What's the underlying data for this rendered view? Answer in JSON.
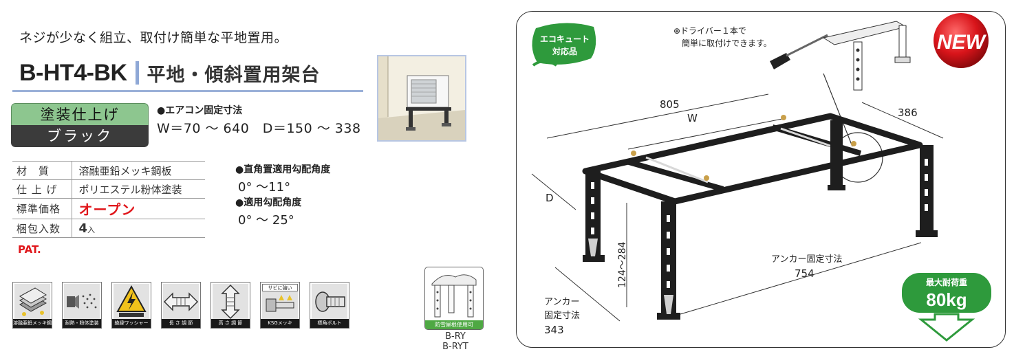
{
  "tagline": "ネジが少なく組立、取付け簡単な平地置用。",
  "model": "B-HT4-BK",
  "product_name": "平地・傾斜置用架台",
  "finish": {
    "label": "塗装仕上げ",
    "color": "ブラック",
    "label_bg": "#8dc68f",
    "color_bg": "#3b3b3b"
  },
  "aircon_fix": {
    "heading": "●エアコン固定寸法",
    "values": "W＝70 ～ 640　D＝150 ～ 338"
  },
  "specs": [
    {
      "key": "材　質",
      "value": "溶融亜鉛メッキ鋼板"
    },
    {
      "key": "仕 上 げ",
      "value": "ポリエステル粉体塗装"
    },
    {
      "key": "標準価格",
      "value": "オープン"
    },
    {
      "key": "梱包入数",
      "value": "4",
      "unit": "入"
    }
  ],
  "pat": "PAT.",
  "angles": [
    {
      "heading": "●直角置適用勾配角度",
      "value": "0° ～11°"
    },
    {
      "heading": "●適用勾配角度",
      "value": "0° ～ 25°"
    }
  ],
  "features": [
    {
      "icon": "zinc-plating-icon",
      "caption": "溶融亜鉛メッキ鋼板"
    },
    {
      "icon": "powder-coating-icon",
      "caption": "耐熱・粉体塗装"
    },
    {
      "icon": "insulation-washer-icon",
      "caption": "絶縁ワッシャー"
    },
    {
      "icon": "length-adjust-icon",
      "caption": "長 さ 調 節"
    },
    {
      "icon": "height-adjust-icon",
      "caption": "高 さ 調 節"
    },
    {
      "icon": "ksg-plating-icon",
      "caption": "KSGメッキ",
      "top_caption": "サビに強い"
    },
    {
      "icon": "hex-bolt-icon",
      "caption": "標角ボルト"
    }
  ],
  "snow_stand": {
    "caption": "防雪屋根使用可",
    "models": [
      "B-RY",
      "B-RYT"
    ]
  },
  "diagram": {
    "eco_badge": [
      "エコキュート",
      "対応品"
    ],
    "new_badge": "NEW",
    "driver_note": [
      "⊕ドライバー１本で",
      "簡単に取付けできます。"
    ],
    "dims": {
      "width_total": "805",
      "width_var": "W",
      "depth_total": "386",
      "depth_var": "D",
      "height": "124～284",
      "anchor_long_label": "アンカー固定寸法",
      "anchor_long": "754",
      "anchor_short_label": [
        "アンカー",
        "固定寸法"
      ],
      "anchor_short": "343"
    },
    "load": {
      "label": "最大耐荷重",
      "value": "80kg",
      "color": "#2e9a3c"
    }
  }
}
